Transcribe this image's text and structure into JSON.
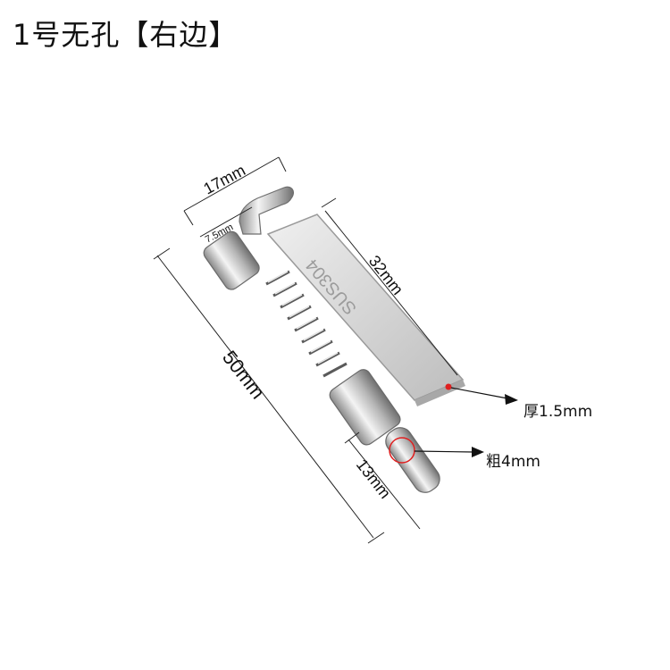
{
  "title": "1号无孔【右边】",
  "dimensions": {
    "width_top": "17mm",
    "pin_small": "7.5mm",
    "plate_length": "32mm",
    "total_length": "50mm",
    "pin_length": "13mm"
  },
  "callouts": {
    "thickness": "厚1.5mm",
    "diameter": "粗4mm"
  },
  "stamp": "SUS304",
  "colors": {
    "metal_light": "#e4e4e4",
    "metal_dark": "#8f8f8f",
    "marker_red": "#e02020"
  }
}
